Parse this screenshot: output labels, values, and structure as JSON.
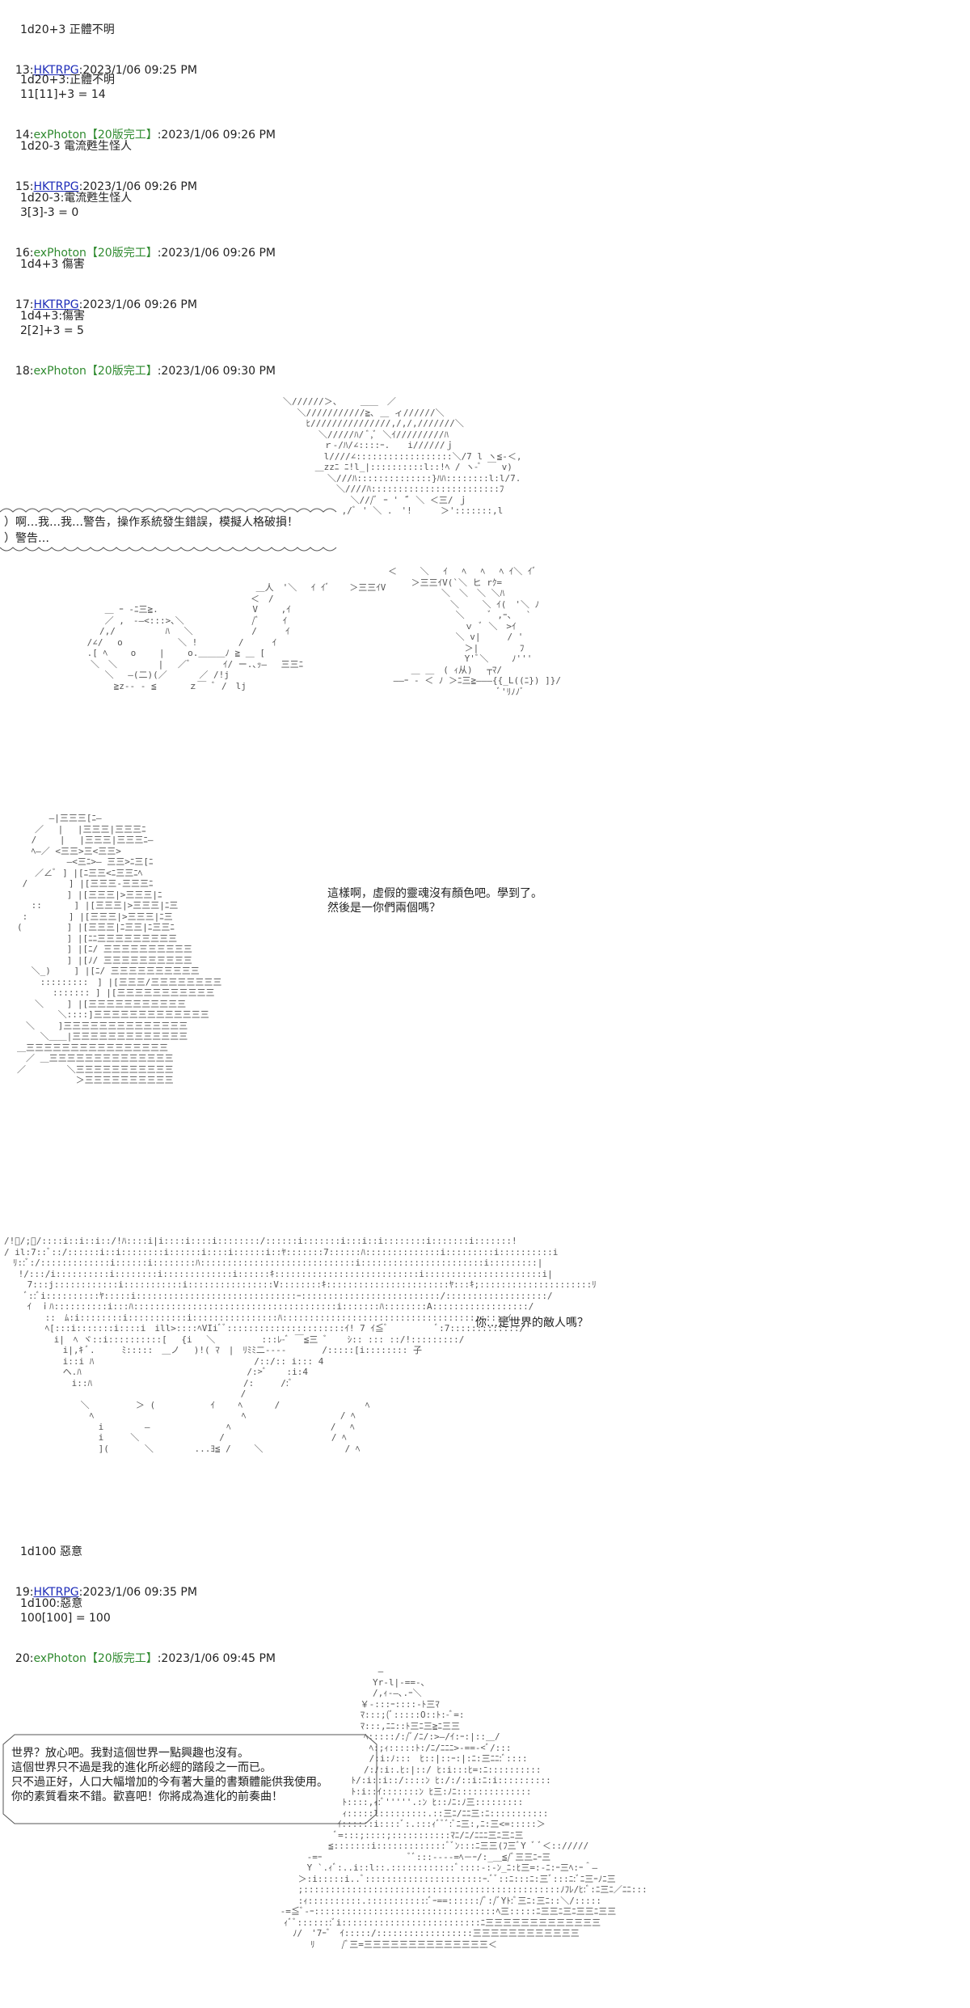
{
  "posts": [
    {
      "id": "p1",
      "text": "1d20+3 正體不明"
    },
    {
      "id": "p13h",
      "num": "13:",
      "name": "HKTRPG",
      "date": ":2023/1/06 09:25 PM"
    },
    {
      "id": "p13a",
      "text": "1d20+3:正體不明"
    },
    {
      "id": "p13b",
      "text": "11[11]+3 = 14"
    },
    {
      "id": "p14h",
      "num": "14:",
      "name": "exPhoton【20版完工】",
      "date": ":2023/1/06 09:26 PM"
    },
    {
      "id": "p14a",
      "text": "1d20-3 電流甦生怪人"
    },
    {
      "id": "p15h",
      "num": "15:",
      "name": "HKTRPG",
      "date": ":2023/1/06 09:26 PM"
    },
    {
      "id": "p15a",
      "text": "1d20-3:電流甦生怪人"
    },
    {
      "id": "p15b",
      "text": "3[3]-3 = 0"
    },
    {
      "id": "p16h",
      "num": "16:",
      "name": "exPhoton【20版完工】",
      "date": ":2023/1/06 09:26 PM"
    },
    {
      "id": "p16a",
      "text": "1d4+3 傷害"
    },
    {
      "id": "p17h",
      "num": "17:",
      "name": "HKTRPG",
      "date": ":2023/1/06 09:26 PM"
    },
    {
      "id": "p17a",
      "text": "1d4+3:傷害"
    },
    {
      "id": "p17b",
      "text": "2[2]+3 = 5"
    },
    {
      "id": "p18h",
      "num": "18:",
      "name": "exPhoton【20版完工】",
      "date": ":2023/1/06 09:30 PM"
    }
  ],
  "scene1": {
    "speech1": "）啊…我…我…警告，操作系統發生錯誤，模擬人格破損！",
    "speech2": "）警告…"
  },
  "scene2": {
    "speech1": "這樣啊，虛假的靈魂沒有顏色吧。學到了。",
    "speech2": "然後是一你們兩個嗎？"
  },
  "scene3": {
    "speech1": "你…是世界的敵人嗎？"
  },
  "posts2": [
    {
      "id": "q1",
      "text": "1d100 惡意"
    },
    {
      "id": "q19h",
      "num": "19:",
      "name": "HKTRPG",
      "date": ":2023/1/06 09:35 PM"
    },
    {
      "id": "q19a",
      "text": "1d100:惡意"
    },
    {
      "id": "q19b",
      "text": "100[100] = 100"
    },
    {
      "id": "q20h",
      "num": "20:",
      "name": "exPhoton【20版完工】",
      "date": ":2023/1/06 09:45 PM"
    }
  ],
  "scene4": {
    "lines": [
      "世界？放心吧。我對這個世界一點興趣也沒有。",
      "這個世界只不過是我的進化所必經的踏段之一而已。",
      "只不過正好，人口大幅增加的今有著大量的書類體能供我使用。",
      "你的素質看來不錯。歡喜吧！你將成為進化的前奏曲！"
    ]
  }
}
